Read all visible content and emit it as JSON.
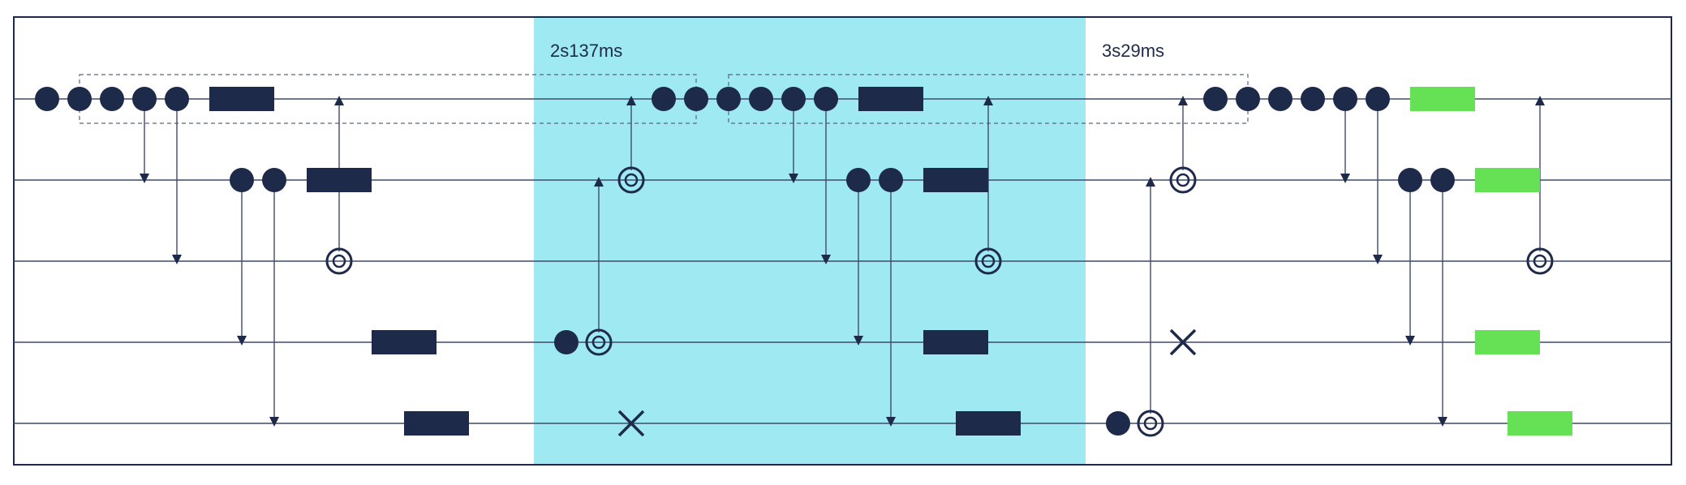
{
  "colors": {
    "frame": "#1e2a4a",
    "lane": "#3f4a6b",
    "node": "#1e2a4a",
    "block": "#1e2a4a",
    "block_success": "#66e055",
    "highlight": "#9ee9f2",
    "group_outline": "#5a6580",
    "text": "#1e2a4a"
  },
  "time_labels": [
    {
      "text": "2s137ms",
      "lane_anchor": "highlight-start"
    },
    {
      "text": "3s29ms",
      "lane_anchor": "highlight-end"
    }
  ]
}
